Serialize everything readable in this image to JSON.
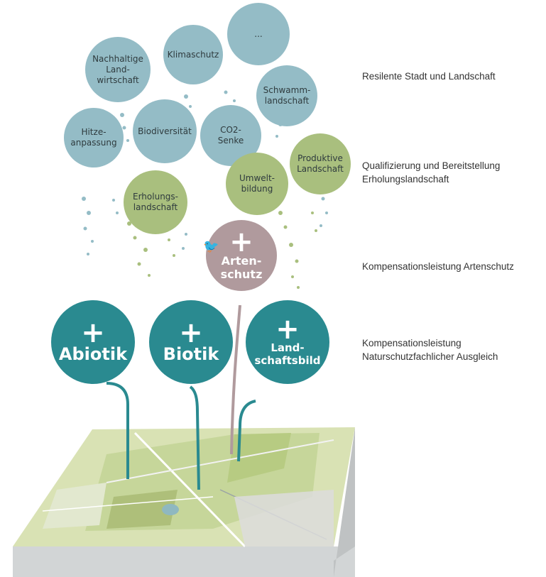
{
  "benefits": {
    "dots": "...",
    "klimaschutz": "Klimaschutz",
    "nachhaltige_landwirtschaft": "Nachhaltige\nLand-\nwirtschaft",
    "schwammlandschaft": "Schwamm-\nlandschaft",
    "hitzeanpassung": "Hitze-\nanpassung",
    "biodiversitaet": "Biodiversität",
    "co2_senke": "CO2-\nSenke",
    "produktive_landschaft": "Produktive\nLandschaft",
    "erholungslandschaft": "Erholungs-\nlandschaft",
    "umweltbildung": "Umwelt-\nbildung"
  },
  "artenschutz": {
    "plus": "+",
    "label": "Arten-\nschutz"
  },
  "compensation": [
    {
      "plus": "+",
      "label": "Abiotik"
    },
    {
      "plus": "+",
      "label": "Biotik"
    },
    {
      "plus": "+",
      "label": "Land-\nschaftsbild"
    }
  ],
  "levels": {
    "resilient": "Resilente Stadt und Landschaft",
    "qualifizierung": "Qualifizierung und Bereitstellung\nErholungslandschaft",
    "artenschutz": "Kompensationsleistung Artenschutz",
    "naturschutz": "Kompensationsleistung\nNaturschutzfachlicher Ausgleich"
  },
  "colors": {
    "benefit_blue": "#94bcc6",
    "benefit_green": "#a9bf7e",
    "artenschutz": "#b09a9d",
    "compensation_teal": "#2a8a90"
  }
}
